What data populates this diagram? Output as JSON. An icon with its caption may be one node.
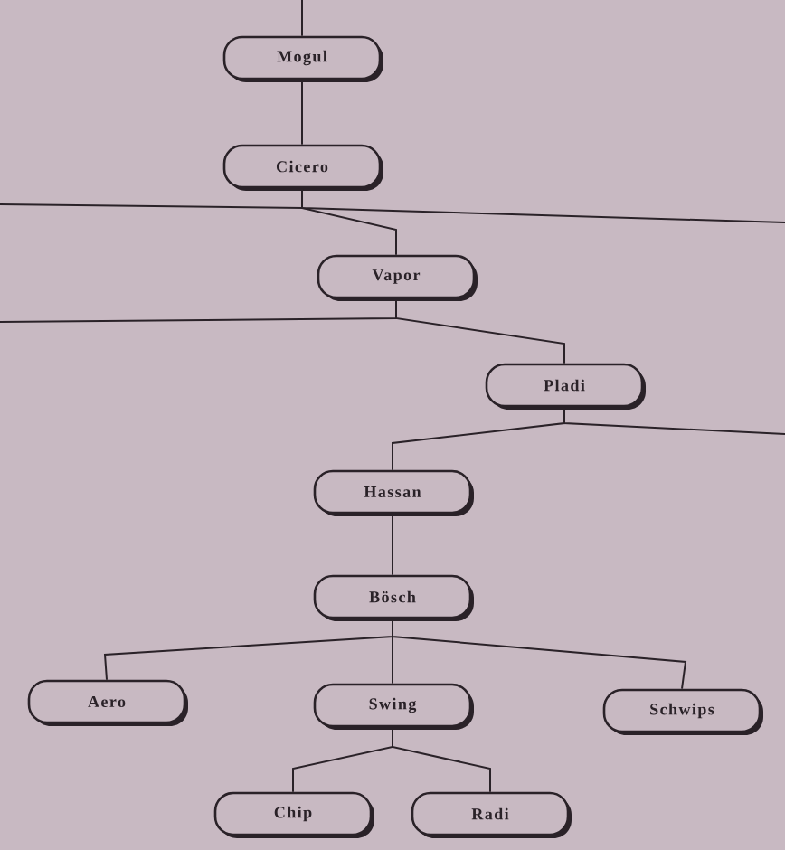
{
  "diagram": {
    "nodes": [
      {
        "text": [
          "Mogul"
        ]
      },
      {
        "text": [
          "Cicero"
        ]
      },
      {
        "text": [
          "Vapor"
        ]
      },
      {
        "text": [
          "Pladi"
        ]
      },
      {
        "text": [
          "Hassan"
        ]
      },
      {
        "text": [
          "Bösch"
        ]
      },
      {
        "text": [
          "Aero"
        ]
      },
      {
        "text": [
          "Swing"
        ]
      },
      {
        "text": [
          "Schwips"
        ]
      },
      {
        "text": [
          "Chip"
        ]
      },
      {
        "text": [
          "Radi"
        ]
      }
    ],
    "edges": [
      {
        "from": null,
        "to": 0,
        "arrow": "none"
      },
      {
        "from": 0,
        "to": 1,
        "arrow": "none"
      },
      {
        "from": 1,
        "to": 2,
        "arrow": "none"
      },
      {
        "from": 1,
        "to": null,
        "arrow": "none"
      },
      {
        "from": 1,
        "to": null,
        "arrow": "none"
      },
      {
        "from": 2,
        "to": null,
        "arrow": "none"
      },
      {
        "from": 2,
        "to": 3,
        "arrow": "none"
      },
      {
        "from": 3,
        "to": 4,
        "arrow": "none"
      },
      {
        "from": 3,
        "to": null,
        "arrow": "none"
      },
      {
        "from": 4,
        "to": 5,
        "arrow": "none"
      },
      {
        "from": 5,
        "to": 6,
        "arrow": "none"
      },
      {
        "from": 5,
        "to": 7,
        "arrow": "none"
      },
      {
        "from": 5,
        "to": 8,
        "arrow": "none"
      },
      {
        "from": 7,
        "to": 9,
        "arrow": "none"
      },
      {
        "from": 7,
        "to": 10,
        "arrow": "none"
      }
    ]
  }
}
